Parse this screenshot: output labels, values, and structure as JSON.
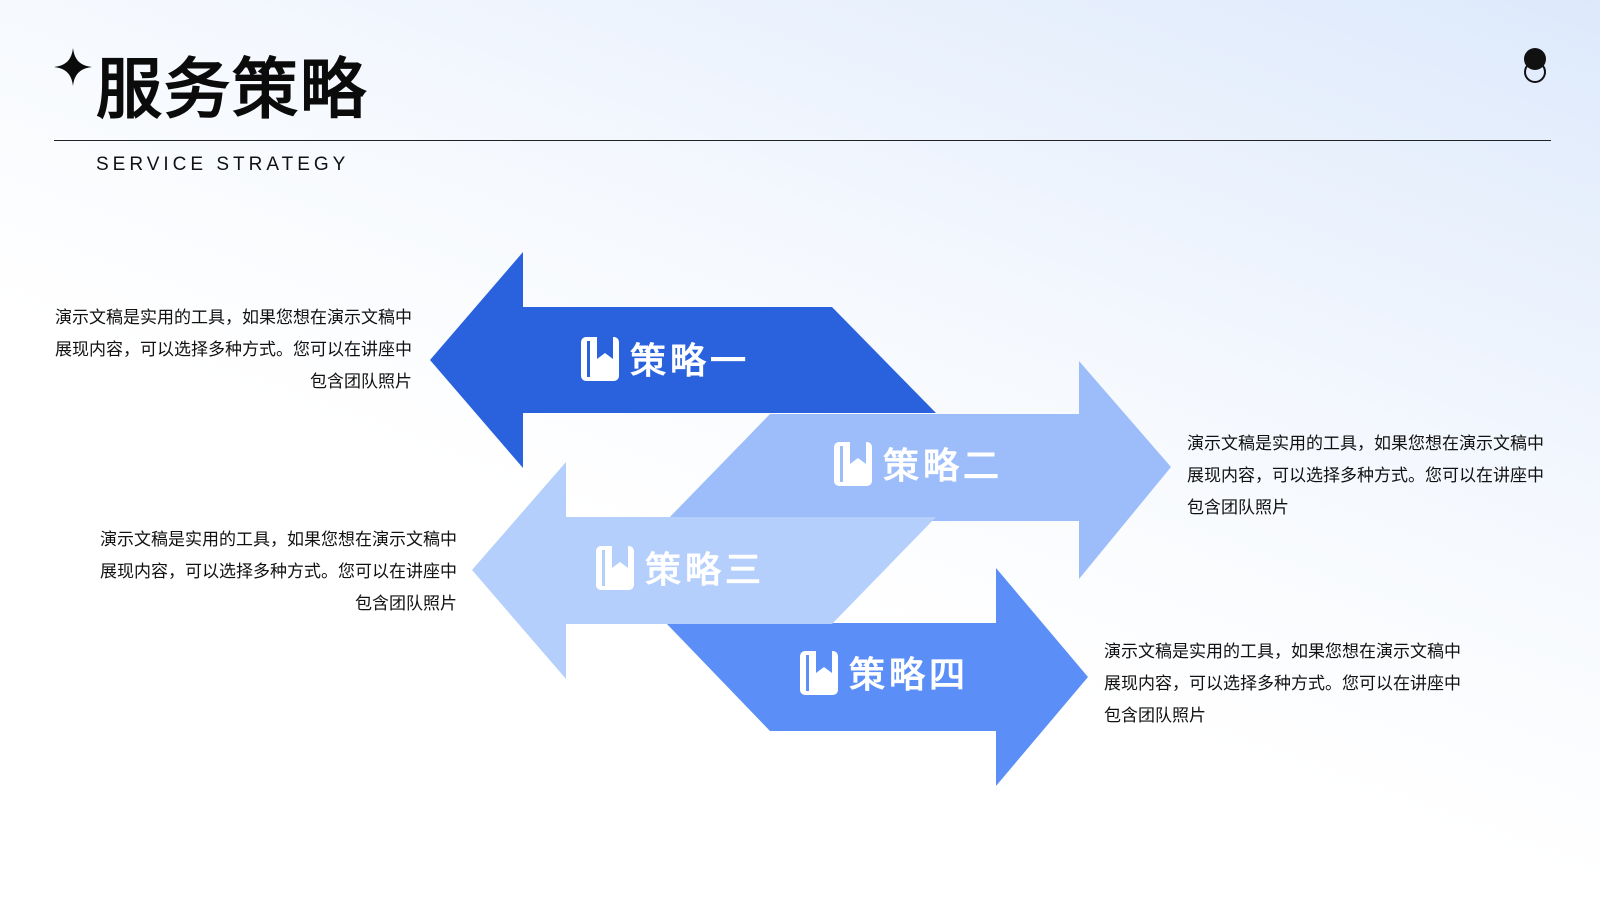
{
  "header": {
    "title": "服务策略",
    "subtitle": "SERVICE STRATEGY"
  },
  "colors": {
    "arrow1": "#2a62de",
    "arrow2": "#9dbdfa",
    "arrow3": "#b4cffc",
    "arrow4": "#5b8ff7",
    "text": "#111111"
  },
  "strategies": [
    {
      "label": "策略一",
      "icon": "book-icon",
      "description": "演示文稿是实用的工具，如果您想在演示文稿中展现内容，可以选择多种方式。您可以在讲座中包含团队照片"
    },
    {
      "label": "策略二",
      "icon": "book-icon",
      "description": "演示文稿是实用的工具，如果您想在演示文稿中展现内容，可以选择多种方式。您可以在讲座中包含团队照片"
    },
    {
      "label": "策略三",
      "icon": "book-icon",
      "description": "演示文稿是实用的工具，如果您想在演示文稿中展现内容，可以选择多种方式。您可以在讲座中包含团队照片"
    },
    {
      "label": "策略四",
      "icon": "book-icon",
      "description": "演示文稿是实用的工具，如果您想在演示文稿中展现内容，可以选择多种方式。您可以在讲座中包含团队照片"
    }
  ]
}
